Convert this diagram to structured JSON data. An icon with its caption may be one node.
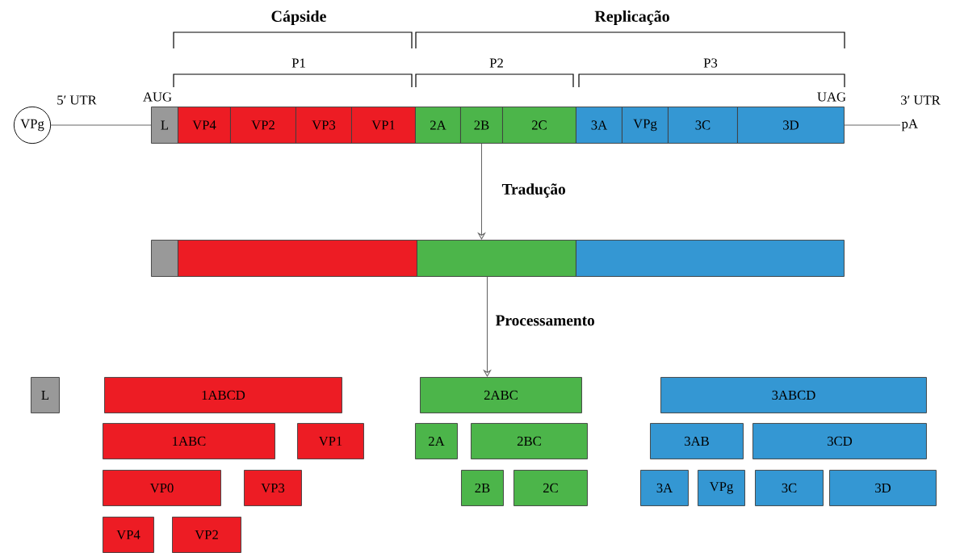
{
  "diagram": {
    "nodes": [
      {
        "text": [
          "VPg"
        ]
      },
      {
        "text": [
          "L"
        ]
      },
      {
        "text": [
          "VP4"
        ]
      },
      {
        "text": [
          "VP2"
        ]
      },
      {
        "text": [
          "VP3"
        ]
      },
      {
        "text": [
          "VP1"
        ]
      },
      {
        "text": [
          "2A"
        ]
      },
      {
        "text": [
          "2B"
        ]
      },
      {
        "text": [
          "2C"
        ]
      },
      {
        "text": [
          "3A"
        ]
      },
      {
        "text": [
          "VPg"
        ]
      },
      {
        "text": [
          "3C"
        ]
      },
      {
        "text": [
          "3D"
        ]
      },
      {
        "text": [
          "pA"
        ]
      },
      {
        "text": [],
        "shape": "box"
      },
      {
        "text": [],
        "shape": "box"
      },
      {
        "text": [],
        "shape": "box"
      },
      {
        "text": [],
        "shape": "box"
      },
      {
        "text": [
          "L"
        ]
      },
      {
        "text": [
          "1ABCD"
        ]
      },
      {
        "text": [
          "2ABC"
        ]
      },
      {
        "text": [
          "3ABCD"
        ]
      },
      {
        "text": [
          "1ABC"
        ]
      },
      {
        "text": [
          "VP1"
        ]
      },
      {
        "text": [
          "2A"
        ]
      },
      {
        "text": [
          "2BC"
        ]
      },
      {
        "text": [
          "3AB"
        ]
      },
      {
        "text": [
          "3CD"
        ]
      },
      {
        "text": [
          "VP0"
        ]
      },
      {
        "text": [
          "VP3"
        ]
      },
      {
        "text": [
          "2B"
        ]
      },
      {
        "text": [
          "2C"
        ]
      },
      {
        "text": [
          "3A"
        ]
      },
      {
        "text": [
          "VPg"
        ]
      },
      {
        "text": [
          "3C"
        ]
      },
      {
        "text": [
          "3D"
        ]
      },
      {
        "text": [
          "VP4"
        ]
      },
      {
        "text": [
          "VP2"
        ]
      }
    ],
    "edges": [
      {
        "from": 0,
        "to": 1,
        "arrow": "none"
      },
      {
        "from": 12,
        "to": 13,
        "arrow": "none"
      },
      {
        "from": 7,
        "to": 16,
        "arrow": "to",
        "label": "Tradução"
      },
      {
        "from": 16,
        "to": 20,
        "arrow": "to",
        "label": "Processamento"
      }
    ],
    "labels": [
      "Cápside",
      "Replicação",
      "P1",
      "P2",
      "P3",
      "5′ UTR",
      "AUG",
      "UAG",
      "3′ UTR"
    ]
  }
}
